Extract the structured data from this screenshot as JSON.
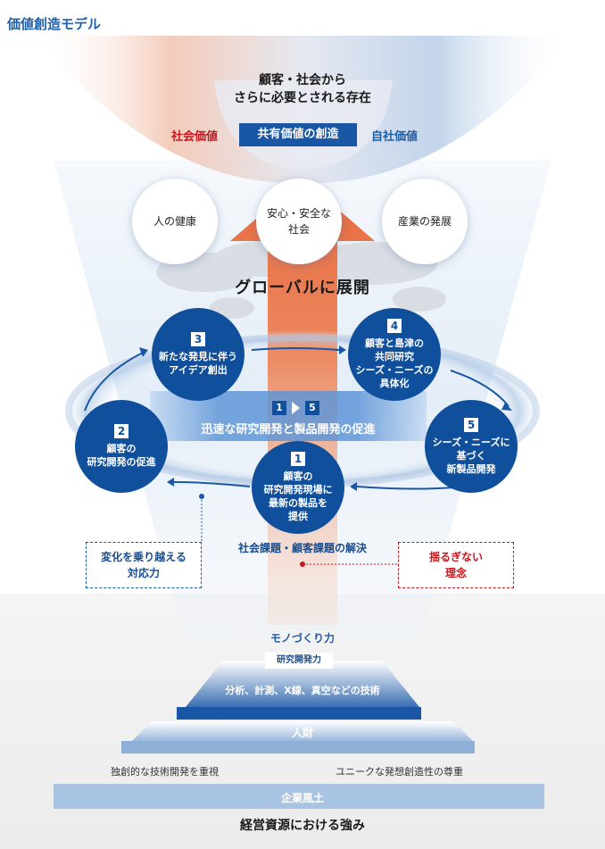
{
  "title": "価値創造モデル",
  "top": {
    "line1": "顧客・社会から",
    "line2": "さらに必要とされる存在",
    "social_value": "社会価値",
    "shared_value": "共有価値の創造",
    "own_value": "自社価値"
  },
  "values": [
    {
      "line1": "人の健康",
      "line2": ""
    },
    {
      "line1": "安心・安全な",
      "line2": "社会"
    },
    {
      "line1": "産業の発展",
      "line2": ""
    }
  ],
  "global": "グローバルに展開",
  "steps": {
    "s1": {
      "num": "1",
      "lines": [
        "顧客の",
        "研究開発現場に",
        "最新の製品を",
        "提供"
      ]
    },
    "s2": {
      "num": "2",
      "lines": [
        "顧客の",
        "研究開発の促進"
      ]
    },
    "s3": {
      "num": "3",
      "lines": [
        "新たな発見に伴う",
        "アイデア創出"
      ]
    },
    "s4": {
      "num": "4",
      "lines": [
        "顧客と島津の",
        "共同研究",
        "シーズ・ニーズの",
        "具体化"
      ]
    },
    "s5": {
      "num": "5",
      "lines": [
        "シーズ・ニーズに",
        "基づく",
        "新製品開発"
      ]
    }
  },
  "band": {
    "from": "1",
    "to": "5",
    "text": "迅速な研究開発と製品開発の促進"
  },
  "solve": "社会課題・顧客課題の解決",
  "left_box": {
    "line1": "変化を乗り越える",
    "line2": "対応力"
  },
  "right_box": {
    "line1": "揺るぎない",
    "line2": "理念"
  },
  "base": {
    "mono": "モノづくり力",
    "research": "研究開発力",
    "tech": "分析、計測、X線、真空などの技術",
    "people": "人財",
    "left_text": "独創的な技術開発を重視",
    "right_text": "ユニークな発想創造性の尊重",
    "culture": "企業風土",
    "bottom": "経営資源における強み"
  },
  "colors": {
    "brand_blue": "#0f4f9c",
    "accent_red": "#c8161d"
  }
}
